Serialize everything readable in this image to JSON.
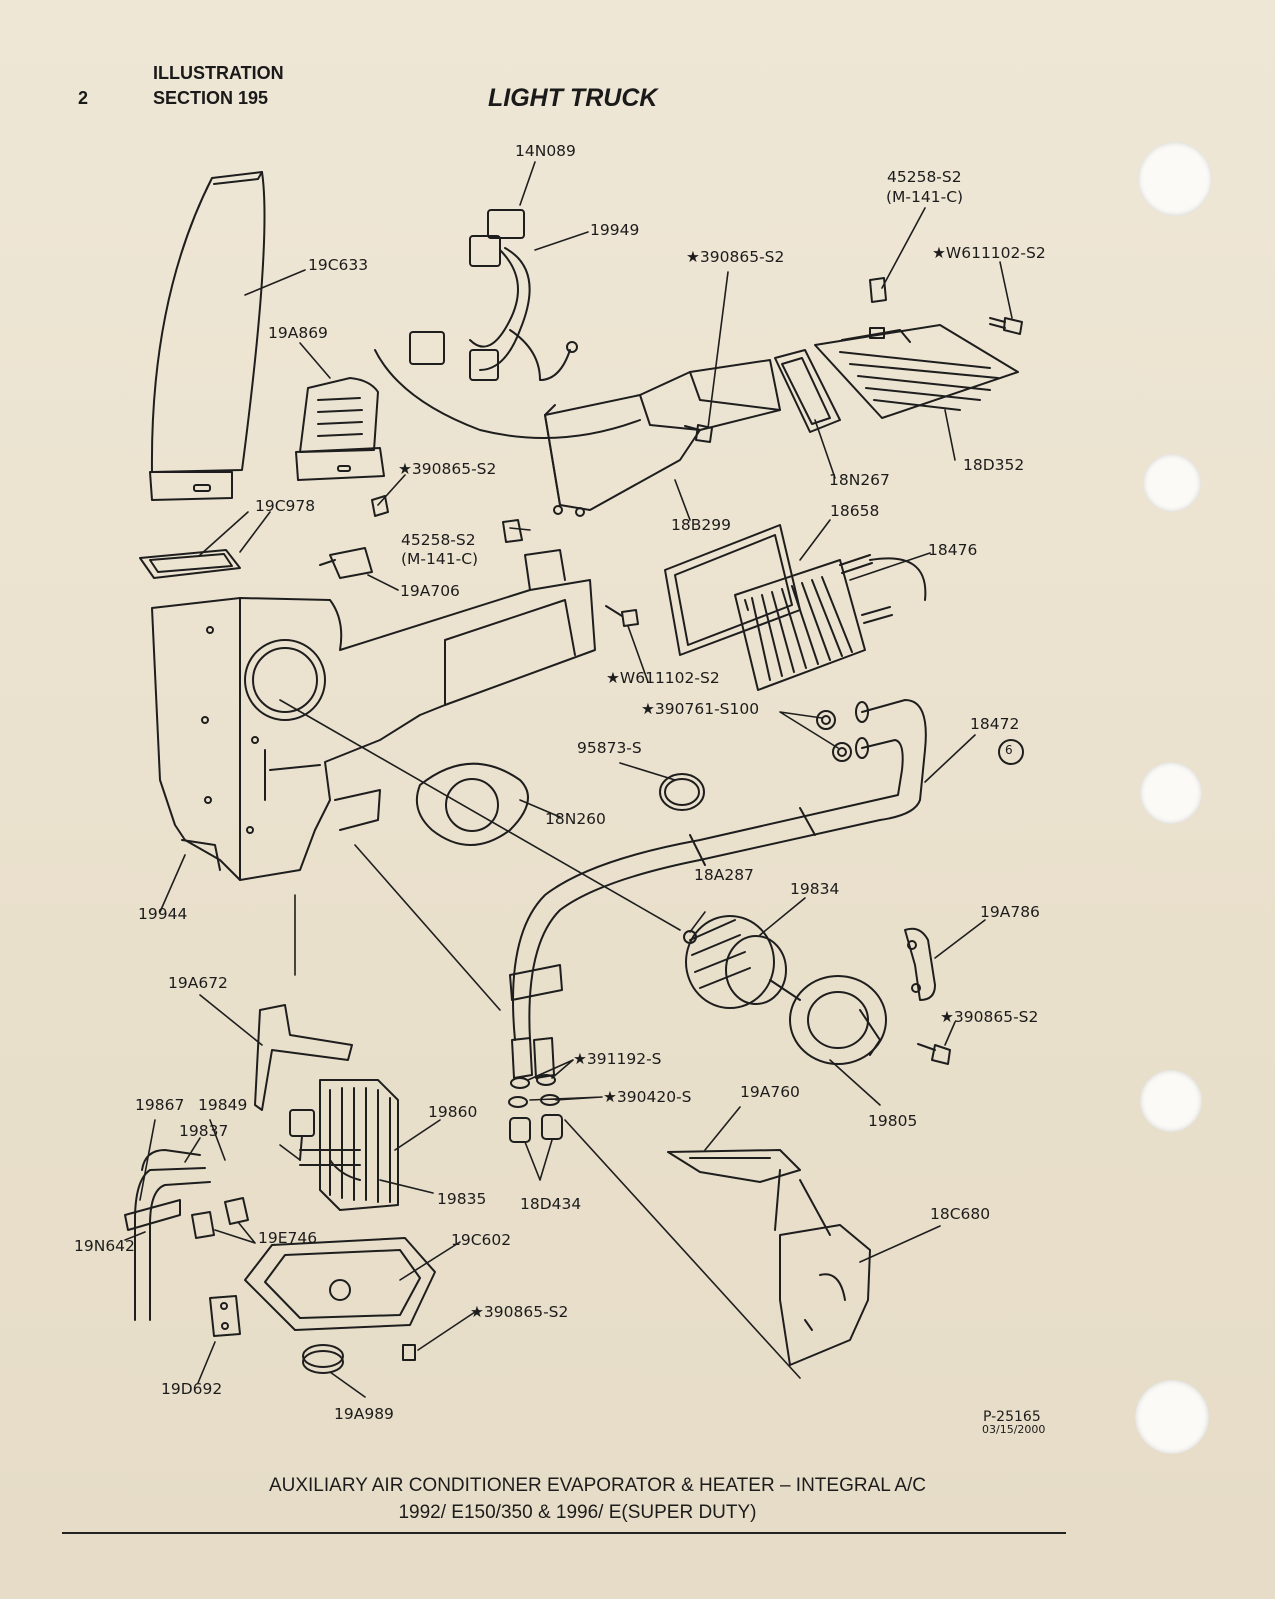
{
  "header": {
    "page_number": "2",
    "category": "ILLUSTRATION",
    "section": "SECTION 195",
    "title": "LIGHT TRUCK"
  },
  "part_labels": [
    "14N089",
    "19949",
    "45258-S2",
    "(M-141-C)",
    "★W611102-S2",
    "19C633",
    "★390865-S2",
    "19A869",
    "18D352",
    "18N267",
    "★390865-S2",
    "18B299",
    "19C978",
    "45258-S2",
    "(M-141-C)",
    "18658",
    "18476",
    "19A706",
    "★W611102-S2",
    "★390761-S100",
    "18472",
    "95873-S",
    "6",
    "18N260",
    "19944",
    "18A287",
    "19834",
    "19A786",
    "19A672",
    "★390865-S2",
    "★391192-S",
    "★390420-S",
    "19A760",
    "19867",
    "19849",
    "19837",
    "19860",
    "19805",
    "19835",
    "18D434",
    "18C680",
    "19N642",
    "19E746",
    "19C602",
    "★390865-S2",
    "19D692",
    "19A989"
  ],
  "drawing_number": "P-25165",
  "drawing_date": "03/15/2000",
  "caption": {
    "line1": "AUXILIARY AIR CONDITIONER EVAPORATOR & HEATER – INTEGRAL A/C",
    "line2": "1992/ E150/350 & 1996/ E(SUPER DUTY)"
  }
}
